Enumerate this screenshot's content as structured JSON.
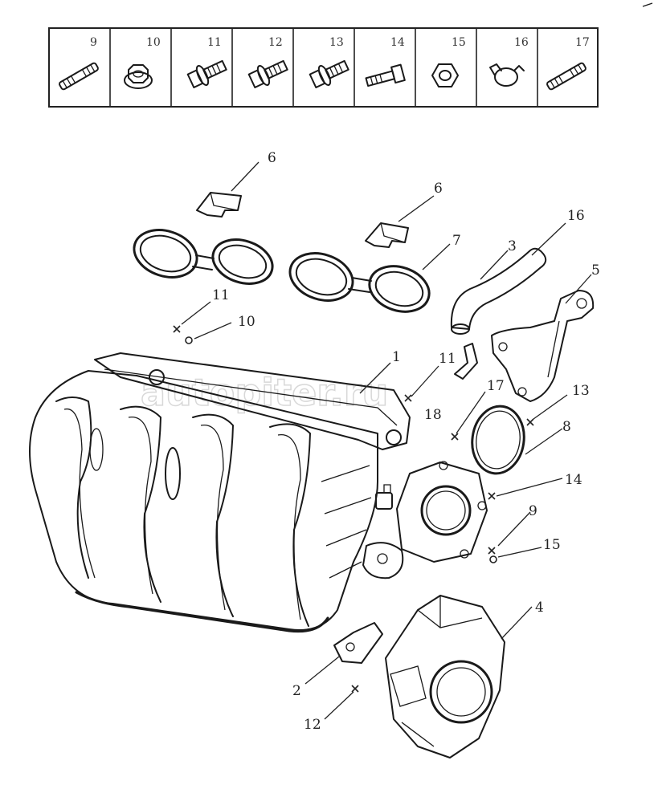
{
  "fastener_table": {
    "numbers": [
      "9",
      "10",
      "11",
      "12",
      "13",
      "14",
      "15",
      "16",
      "17"
    ],
    "icons": [
      "stud-icon",
      "flange-nut-icon",
      "flange-bolt-icon",
      "flange-bolt-icon",
      "flange-bolt-icon",
      "hex-bolt-icon",
      "hex-nut-icon",
      "hose-clamp-icon",
      "stud-icon"
    ]
  },
  "callouts": {
    "c6a": "6",
    "c6b": "6",
    "c7": "7",
    "c3": "3",
    "c16": "16",
    "c5": "5",
    "c11a": "11",
    "c10": "10",
    "c1": "1",
    "c11b": "11",
    "c17": "17",
    "c18": "18",
    "c13": "13",
    "c8": "8",
    "c14": "14",
    "c9": "9",
    "c15": "15",
    "c4": "4",
    "c2": "2",
    "c12": "12"
  },
  "watermark": "autopiter.ru"
}
